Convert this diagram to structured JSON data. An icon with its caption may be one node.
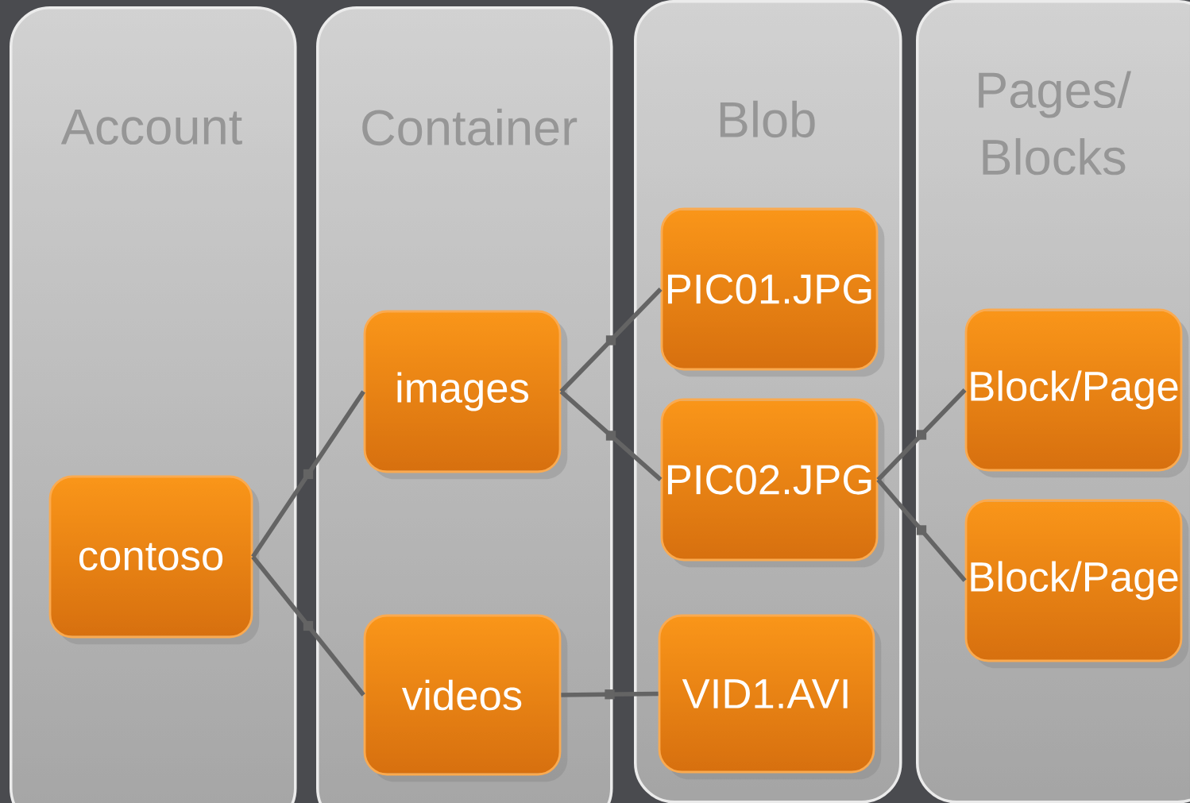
{
  "diagram": {
    "nodes": [
      {
        "text": [
          "Account"
        ]
      },
      {
        "text": [
          "Container"
        ]
      },
      {
        "text": [
          "Blob"
        ]
      },
      {
        "text": [
          "Pages/ Blocks"
        ]
      },
      {
        "text": [
          "contoso"
        ],
        "in": 0
      },
      {
        "text": [
          "images"
        ],
        "in": 1
      },
      {
        "text": [
          "videos"
        ],
        "in": 1
      },
      {
        "text": [
          "PIC01.JPG"
        ],
        "in": 2
      },
      {
        "text": [
          "PIC02.JPG"
        ],
        "in": 2
      },
      {
        "text": [
          "VID1.AVI"
        ],
        "in": 2
      },
      {
        "text": [
          "Block/Page"
        ],
        "in": 3
      },
      {
        "text": [
          "Block/Page"
        ],
        "in": 3
      }
    ],
    "edges": [
      {
        "from": 4,
        "to": 5,
        "arrow": "none"
      },
      {
        "from": 4,
        "to": 6,
        "arrow": "none"
      },
      {
        "from": 5,
        "to": 7,
        "arrow": "none"
      },
      {
        "from": 5,
        "to": 8,
        "arrow": "none"
      },
      {
        "from": 6,
        "to": 9,
        "arrow": "none"
      },
      {
        "from": 8,
        "to": 10,
        "arrow": "none"
      },
      {
        "from": 8,
        "to": 11,
        "arrow": "none"
      }
    ]
  }
}
